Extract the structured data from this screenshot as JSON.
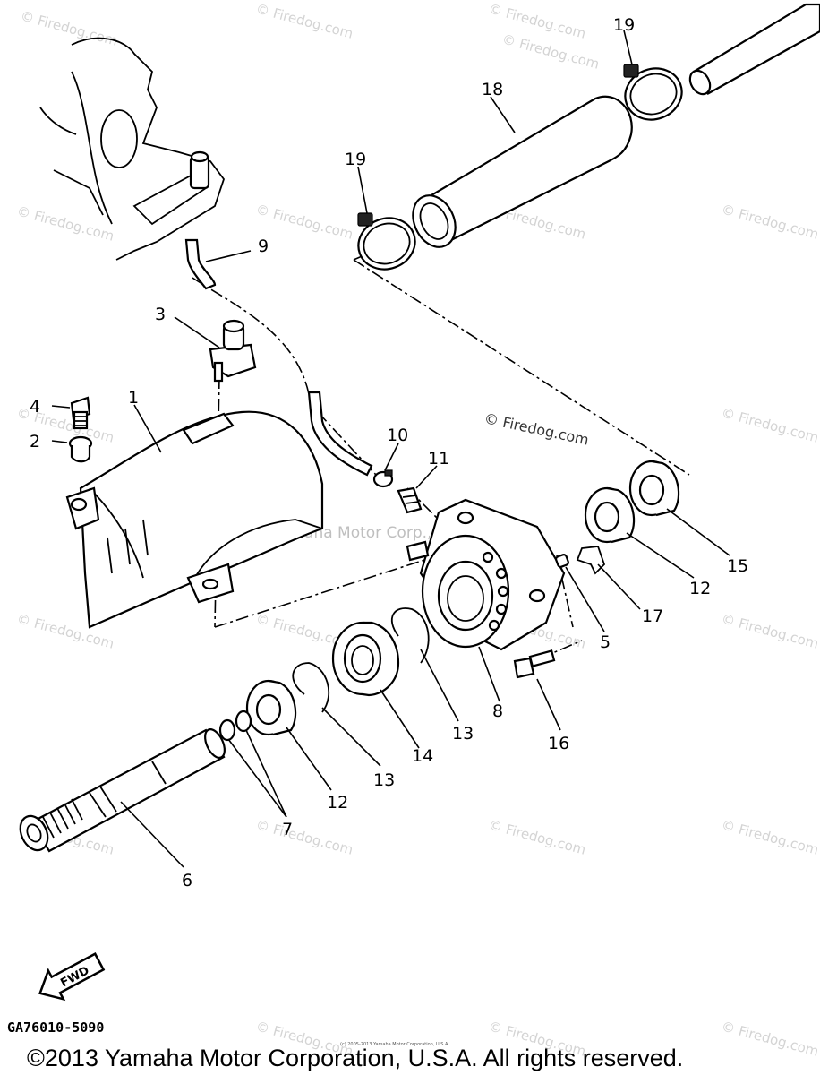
{
  "watermarks": {
    "site": "© Firedog.com",
    "brand": "Yamaha Motor Corp., U.S.A."
  },
  "callouts": [
    {
      "id": "1",
      "text": "1"
    },
    {
      "id": "2",
      "text": "2"
    },
    {
      "id": "3",
      "text": "3"
    },
    {
      "id": "4",
      "text": "4"
    },
    {
      "id": "5",
      "text": "5"
    },
    {
      "id": "6",
      "text": "6"
    },
    {
      "id": "7",
      "text": "7"
    },
    {
      "id": "8",
      "text": "8"
    },
    {
      "id": "9",
      "text": "9"
    },
    {
      "id": "10",
      "text": "10"
    },
    {
      "id": "11",
      "text": "11"
    },
    {
      "id": "12a",
      "text": "12"
    },
    {
      "id": "12b",
      "text": "12"
    },
    {
      "id": "13a",
      "text": "13"
    },
    {
      "id": "13b",
      "text": "13"
    },
    {
      "id": "14",
      "text": "14"
    },
    {
      "id": "15",
      "text": "15"
    },
    {
      "id": "16",
      "text": "16"
    },
    {
      "id": "17",
      "text": "17"
    },
    {
      "id": "18",
      "text": "18"
    },
    {
      "id": "19a",
      "text": "19"
    },
    {
      "id": "19b",
      "text": "19"
    }
  ],
  "fwd_label": "FWD",
  "diagram_code": "GA76010-5090",
  "copyright": "©2013 Yamaha Motor Corporation, U.S.A. All rights reserved.",
  "fine_print": "(c) 2005-2013 Yamaha Motor Corporation, U.S.A."
}
